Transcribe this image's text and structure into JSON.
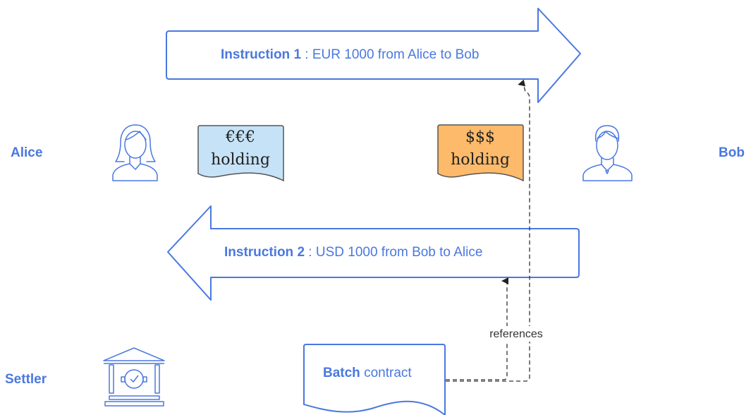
{
  "actors": {
    "alice": "Alice",
    "bob": "Bob",
    "settler": "Settler"
  },
  "instruction1": {
    "bold": "Instruction 1",
    "rest": " : EUR 1000 from Alice to Bob"
  },
  "instruction2": {
    "bold": "Instruction 2",
    "rest": " : USD 1000 from Bob to Alice"
  },
  "eur_holding": {
    "symbol": "€€€",
    "label": "holding"
  },
  "usd_holding": {
    "symbol": "$$$",
    "label": "holding"
  },
  "batch": {
    "bold": "Batch",
    "rest": " contract"
  },
  "link_label": "references",
  "icons": [
    "person-female-icon",
    "person-male-icon",
    "bank-building-icon"
  ],
  "colors": {
    "accent": "#4a78e0",
    "eur_fill": "#c6e2f7",
    "usd_fill": "#fdba6b",
    "connector": "#333333"
  }
}
